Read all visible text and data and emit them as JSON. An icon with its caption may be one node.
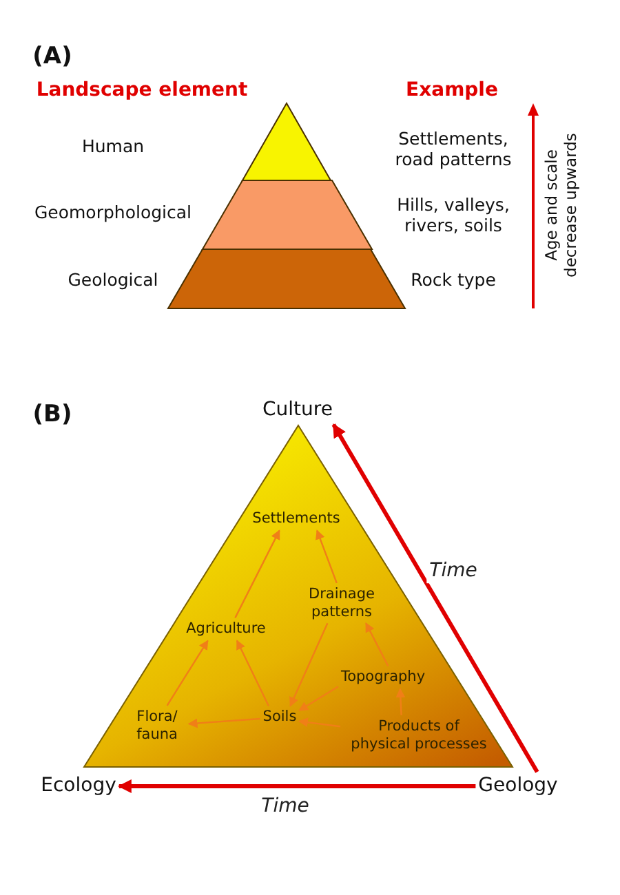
{
  "diagram": {
    "nodes": [
      {
        "text": [],
        "shape": "triangle"
      },
      {
        "text": [],
        "shape": "trapezoid"
      },
      {
        "text": [],
        "shape": "trapezoid"
      },
      {
        "text": [
          "Culture"
        ]
      },
      {
        "text": [],
        "shape": "triangle"
      },
      {
        "text": [
          "Settlements"
        ],
        "in": 4
      },
      {
        "text": [
          "Drainage patterns"
        ],
        "in": 4
      },
      {
        "text": [
          "Agriculture"
        ],
        "in": 4
      },
      {
        "text": [
          "Topography"
        ],
        "in": 4
      },
      {
        "text": [
          "Flora/ fauna"
        ],
        "in": 4
      },
      {
        "text": [
          "Soils"
        ],
        "in": 4
      },
      {
        "text": [
          "Products of physical processes"
        ],
        "in": 4
      },
      {
        "text": [
          "Ecology"
        ]
      },
      {
        "text": [
          "Geology"
        ]
      }
    ],
    "edges": [
      {
        "from": 7,
        "to": 5,
        "arrow": "to"
      },
      {
        "from": 6,
        "to": 5,
        "arrow": "to"
      },
      {
        "from": 9,
        "to": 7,
        "arrow": "to"
      },
      {
        "from": 10,
        "to": 7,
        "arrow": "to"
      },
      {
        "from": 6,
        "to": 10,
        "arrow": "to"
      },
      {
        "from": 8,
        "to": 10,
        "arrow": "to"
      },
      {
        "from": 8,
        "to": 6,
        "arrow": "to"
      },
      {
        "from": 10,
        "to": 9,
        "arrow": "to"
      },
      {
        "from": 11,
        "to": 10,
        "arrow": "to"
      },
      {
        "from": 11,
        "to": 8,
        "arrow": "to"
      },
      {
        "from": 13,
        "to": 3,
        "arrow": "to",
        "label": "Time",
        "style": "thick",
        "color": "#e00000"
      },
      {
        "from": 13,
        "to": 12,
        "arrow": "to",
        "label": "Time",
        "style": "thick",
        "color": "#e00000"
      }
    ],
    "labels": [
      "(A)",
      "Landscape element",
      "Example",
      "Human",
      "Settlements, road patterns",
      "Age and scale decrease upwards",
      "Geomorphological",
      "Hills, valleys, rivers, soils",
      "Geological",
      "Rock type",
      "(B)"
    ]
  }
}
